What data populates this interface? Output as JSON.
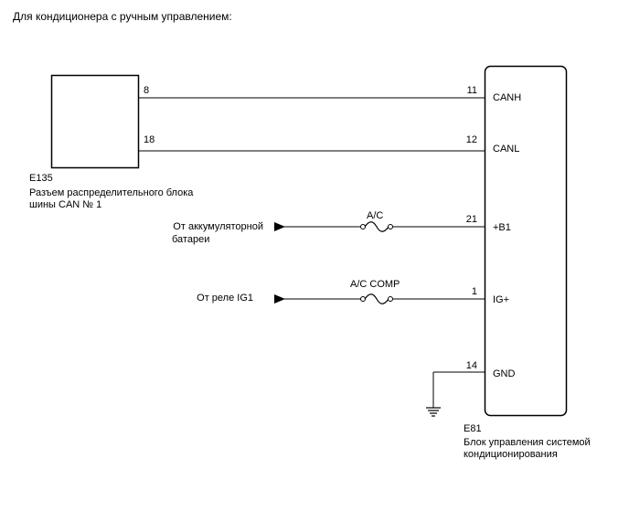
{
  "title": "Для кондиционера с ручным управлением:",
  "connector_left": {
    "code": "E135",
    "desc_line1": "Разъем распределительного блока",
    "desc_line2": "шины CAN № 1",
    "pins": {
      "canh": "8",
      "canl": "18"
    }
  },
  "ecu": {
    "code": "E81",
    "desc_line1": "Блок управления системой",
    "desc_line2": "кондиционирования",
    "terminals": [
      {
        "pin": "11",
        "name": "CANH"
      },
      {
        "pin": "12",
        "name": "CANL"
      },
      {
        "pin": "21",
        "name": "+B1"
      },
      {
        "pin": "1",
        "name": "IG+"
      },
      {
        "pin": "14",
        "name": "GND"
      }
    ]
  },
  "sources": {
    "battery_line1": "От аккумуляторной",
    "battery_line2": "батареи",
    "ig1": "От реле IG1"
  },
  "fuses": {
    "ac": "A/C",
    "ac_comp": "A/C COMP"
  }
}
